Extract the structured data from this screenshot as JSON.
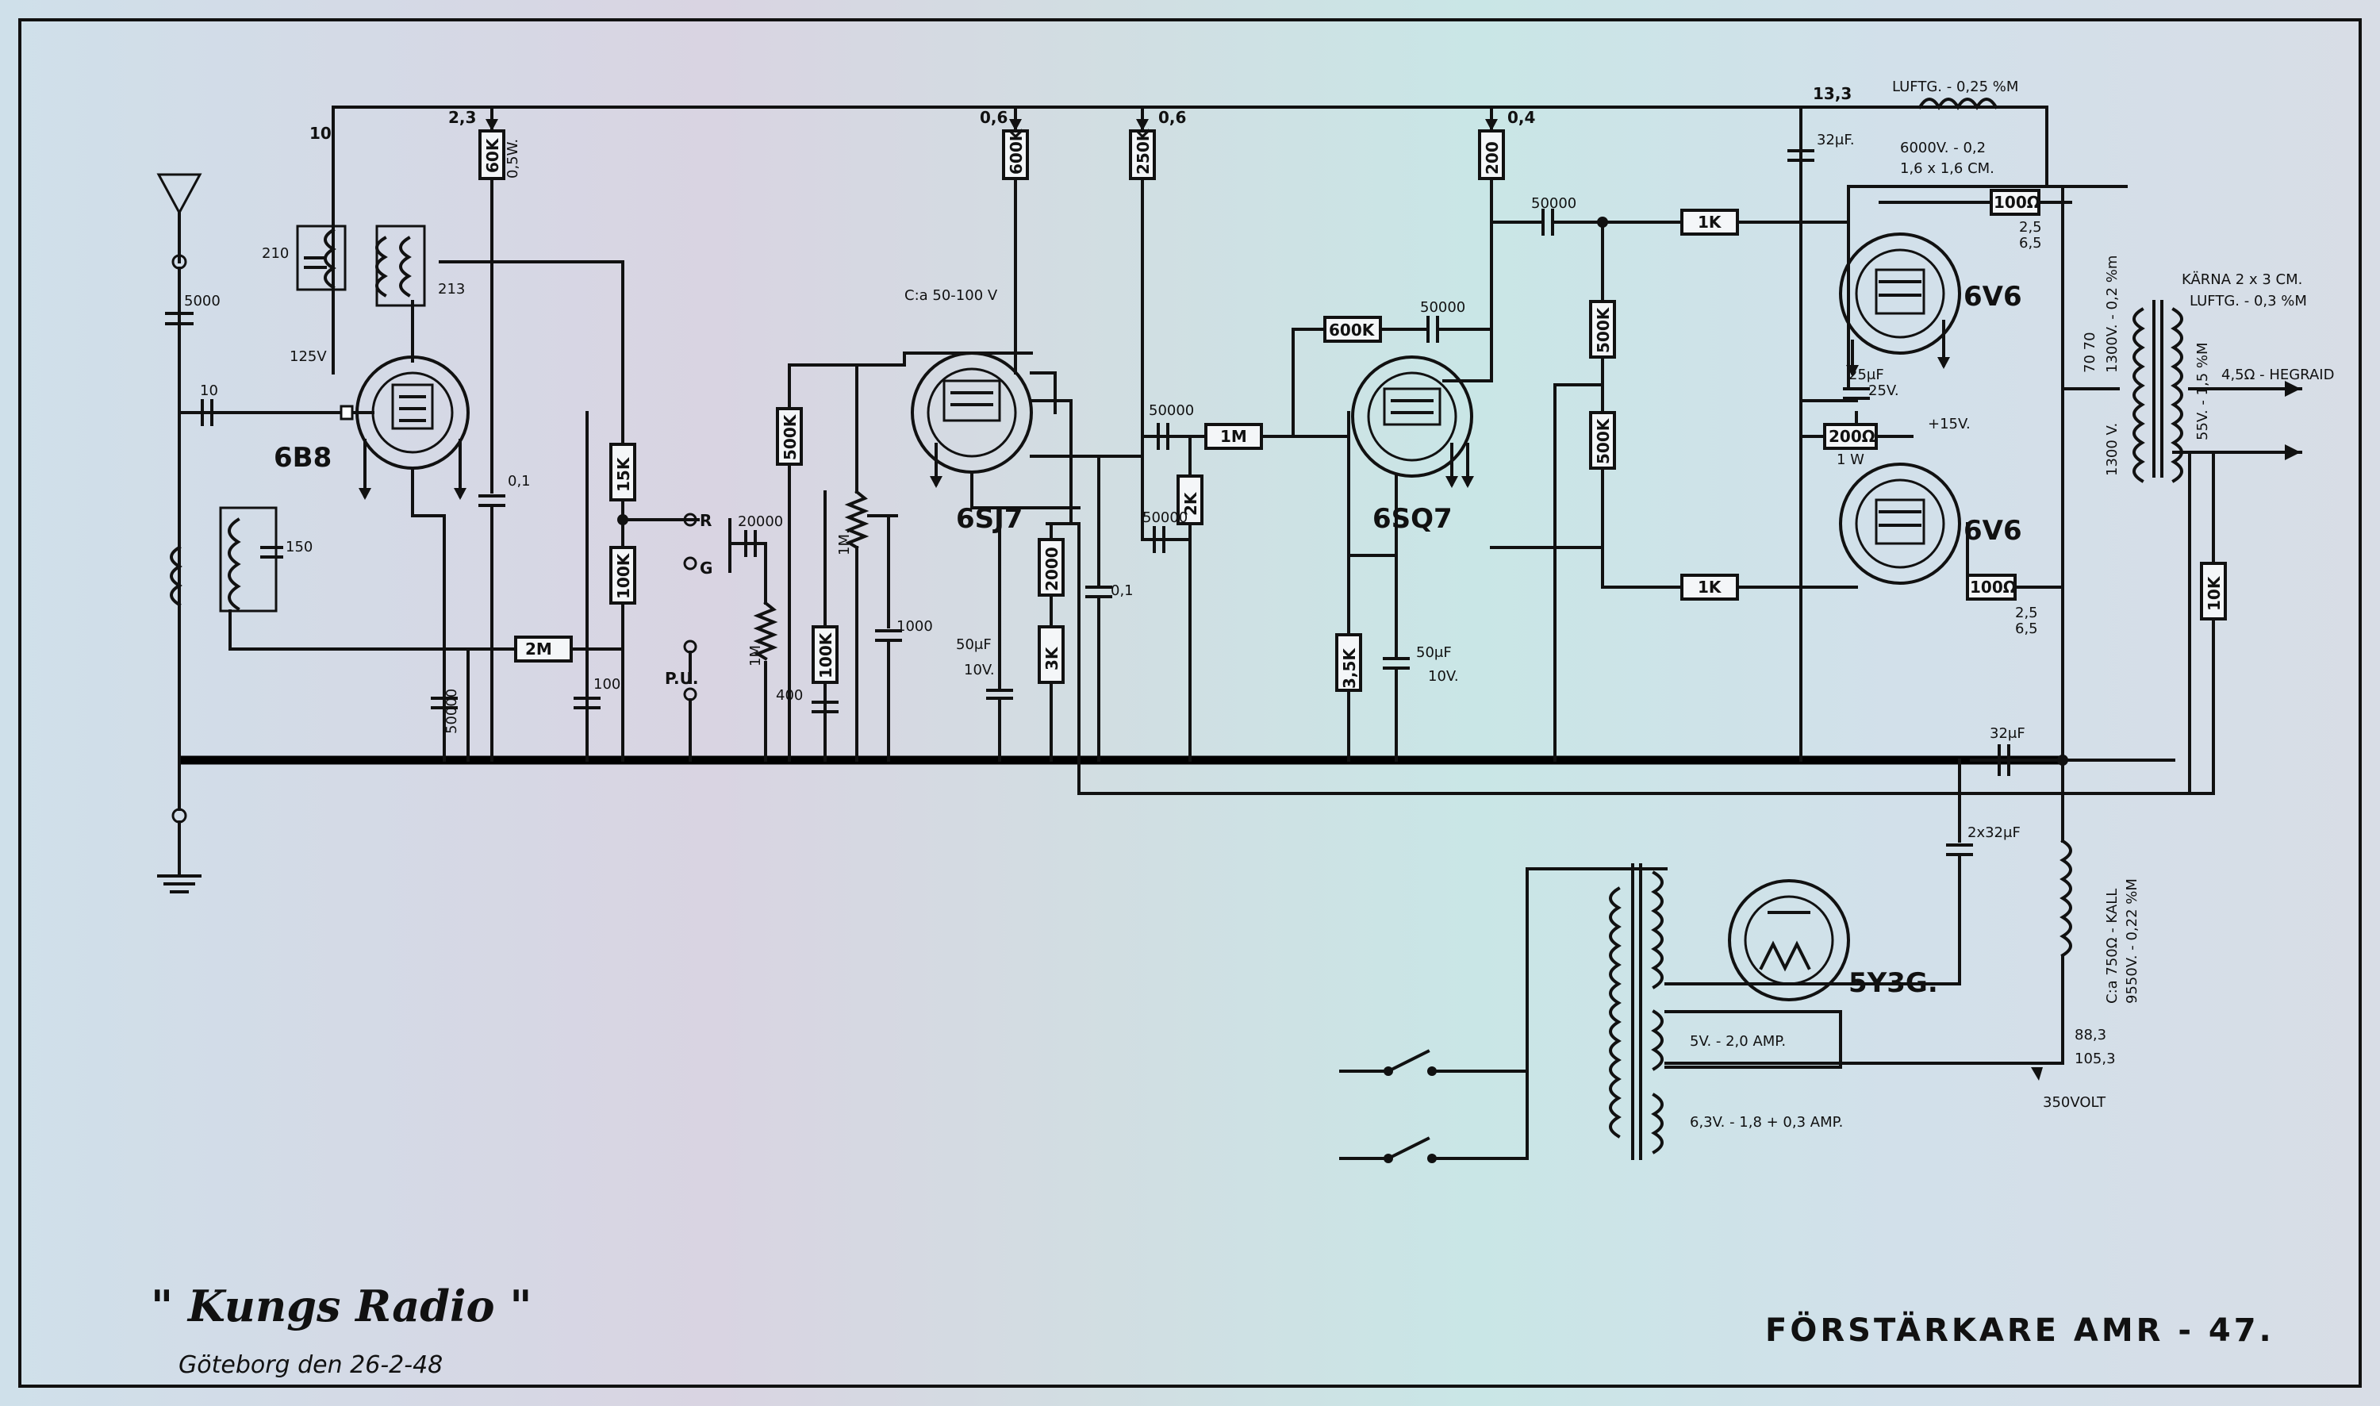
{
  "title": "FÖRSTÄRKARE AMR - 47.",
  "brand": "\" Kungs Radio \"",
  "place_date": "Göteborg den 26-2-48",
  "tubes": {
    "t1": "6B8",
    "t2": "6SJ7",
    "t3": "6SQ7",
    "t4": "6V6",
    "t5": "6V6",
    "t6": "5Y3G."
  },
  "labels": {
    "v10": "10",
    "v23": "2,3",
    "v06a": "0,6",
    "v06b": "0,6",
    "v04": "0,4",
    "v133": "13,3",
    "c5000": "5000",
    "c10": "10",
    "c210": "210",
    "c213": "213",
    "v125": "125V",
    "c150": "150",
    "r60k": "60K",
    "w05": "0,5W.",
    "c01a": "0,1",
    "r15k": "15K",
    "r100k": "100K",
    "r2m": "2M",
    "c50000a": "50000",
    "c100": "100",
    "in_r": "R",
    "in_g": "G",
    "in_pu": "P.U.",
    "c20000": "20000",
    "r1ma": "1M.",
    "r1mb": "1M.",
    "c400": "400",
    "r500ka": "500K",
    "r100kb": "100K",
    "c1000": "1000",
    "cia": "C:a 50-100 V",
    "r600k": "600K",
    "c50uf": "50μF",
    "v10a": "10V.",
    "r2000": "2000",
    "r3k": "3K",
    "c01b": "0,1",
    "r250k": "250K",
    "c50000b": "50000",
    "r1mc": "1M",
    "c50000c": "50000",
    "r2k": "2K",
    "r600kb": "600K",
    "c50000d": "50000",
    "r35k": "3,5K",
    "c50ufb": "50μF",
    "v10b": "10V.",
    "r200": "200",
    "c50000e": "50000",
    "r500kb": "500K",
    "r500kc": "500K",
    "r1ka": "1K",
    "r1kb": "1K",
    "c32a": "32μF.",
    "luftg": "LUFTG. - 0,25 %M",
    "v6000": "6000V. - 0,2",
    "core1": "1,6 x 1,6 CM.",
    "r100a": "100Ω",
    "v25a": "2,5",
    "v65a": "6,5",
    "c25": "25μF",
    "v25v": "25V.",
    "r200w": "200Ω",
    "w1": "1 W",
    "v15": "+15V.",
    "r100b": "100Ω",
    "v25b": "2,5",
    "v65b": "6,5",
    "karna": "KÄRNA 2 x 3 CM.",
    "luftg2": "LUFTG. - 0,3 %M",
    "n7070": "70 70",
    "t1300a": "1300V. - 0,2 %m",
    "t1300b": "1300 V.",
    "t55": "55V. - 1,5 %M",
    "out": "4,5Ω - HEGRAID",
    "r10k": "10K",
    "c32b": "32μF",
    "c2x32": "2x32μF",
    "choke1": "C:a 750Ω - KALL",
    "choke2": "9550V. - 0,22 %M",
    "v883": "88,3",
    "v1053": "105,3",
    "v350": "350VOLT",
    "w5v": "5V. - 2,0 AMP.",
    "w63": "6,3V. - 1,8 + 0,3 AMP."
  }
}
